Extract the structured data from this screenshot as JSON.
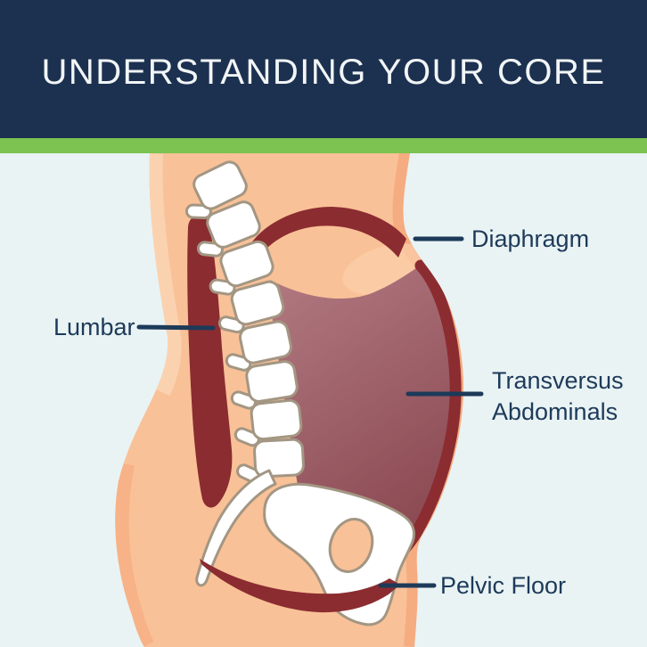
{
  "header": {
    "title": "UNDERSTANDING YOUR CORE"
  },
  "diagram": {
    "labels": {
      "diaphragm": "Diaphragm",
      "lumbar": "Lumbar",
      "transversus": "Transversus Abdominals",
      "pelvic_floor": "Pelvic Floor"
    },
    "colors": {
      "header_bg": "#1c3150",
      "header_text": "#f2f5f6",
      "accent_green": "#7cc351",
      "background": "#e9f3f4",
      "skin": "#f9c197",
      "skin_highlight": "#fbd2b0",
      "skin_shadow": "#f5ac80",
      "muscle_dark_red": "#8b2c31",
      "muscle_mauve_light": "#ac737a",
      "muscle_mauve_dark": "#8a4750",
      "bone_fill": "#ffffff",
      "bone_outline": "#a39683",
      "label_text": "#1d3a59",
      "leader_line": "#1d3a59"
    }
  }
}
